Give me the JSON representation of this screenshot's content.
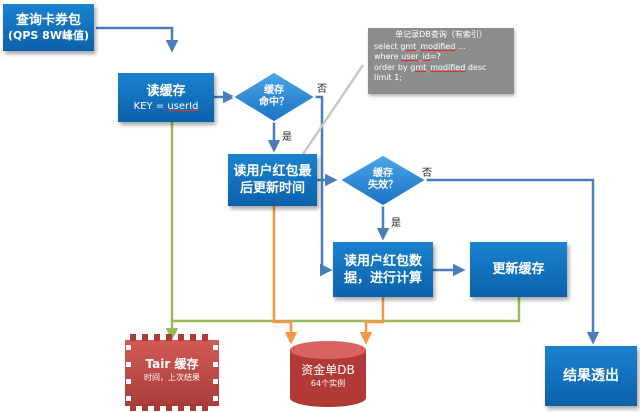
{
  "nodes": {
    "query_card": {
      "title": "查询卡券包",
      "subtitle": "(QPS 8W峰值)"
    },
    "read_cache": {
      "title": "读缓存",
      "key_prefix": "KEY = ",
      "key_var": "userId"
    },
    "cache_hit": {
      "line1": "缓存",
      "line2": "命中？"
    },
    "read_latest_time": {
      "line1": "读用户红包最",
      "line2": "后更新时间"
    },
    "cache_invalid": {
      "line1": "缓存",
      "line2": "失效？"
    },
    "read_data_compute": {
      "line1": "读用户红包数",
      "line2": "据，进行计算"
    },
    "update_cache": {
      "title": "更新缓存"
    },
    "result_out": {
      "title": "结果透出"
    },
    "tair": {
      "title": "Tair 缓存",
      "subtitle": "时间，上次结果"
    },
    "fund_db": {
      "title": "资金单DB",
      "subtitle": "64个实例"
    }
  },
  "sql_note": {
    "title": "单记录DB查询（有索引）",
    "line1_prefix": "select ",
    "line1_field": "gmt_modified",
    "line1_suffix": " ...",
    "line2_prefix": "where ",
    "line2_field": "user_id",
    "line2_suffix": "=?",
    "line3_prefix": "order by ",
    "line3_field": "gmt_modified",
    "line3_suffix": " desc",
    "line4": "limit 1;"
  },
  "edge_labels": {
    "hit_no": "否",
    "hit_yes": "是",
    "invalid_no": "否",
    "invalid_yes": "是"
  },
  "colors": {
    "box_blue": "#0f6dba",
    "flow_blue": "#4a7ebb",
    "cache_green": "#9bbb59",
    "db_orange": "#f79646",
    "tair_red": "#c0504d",
    "note_gray": "#8d8d8d"
  }
}
